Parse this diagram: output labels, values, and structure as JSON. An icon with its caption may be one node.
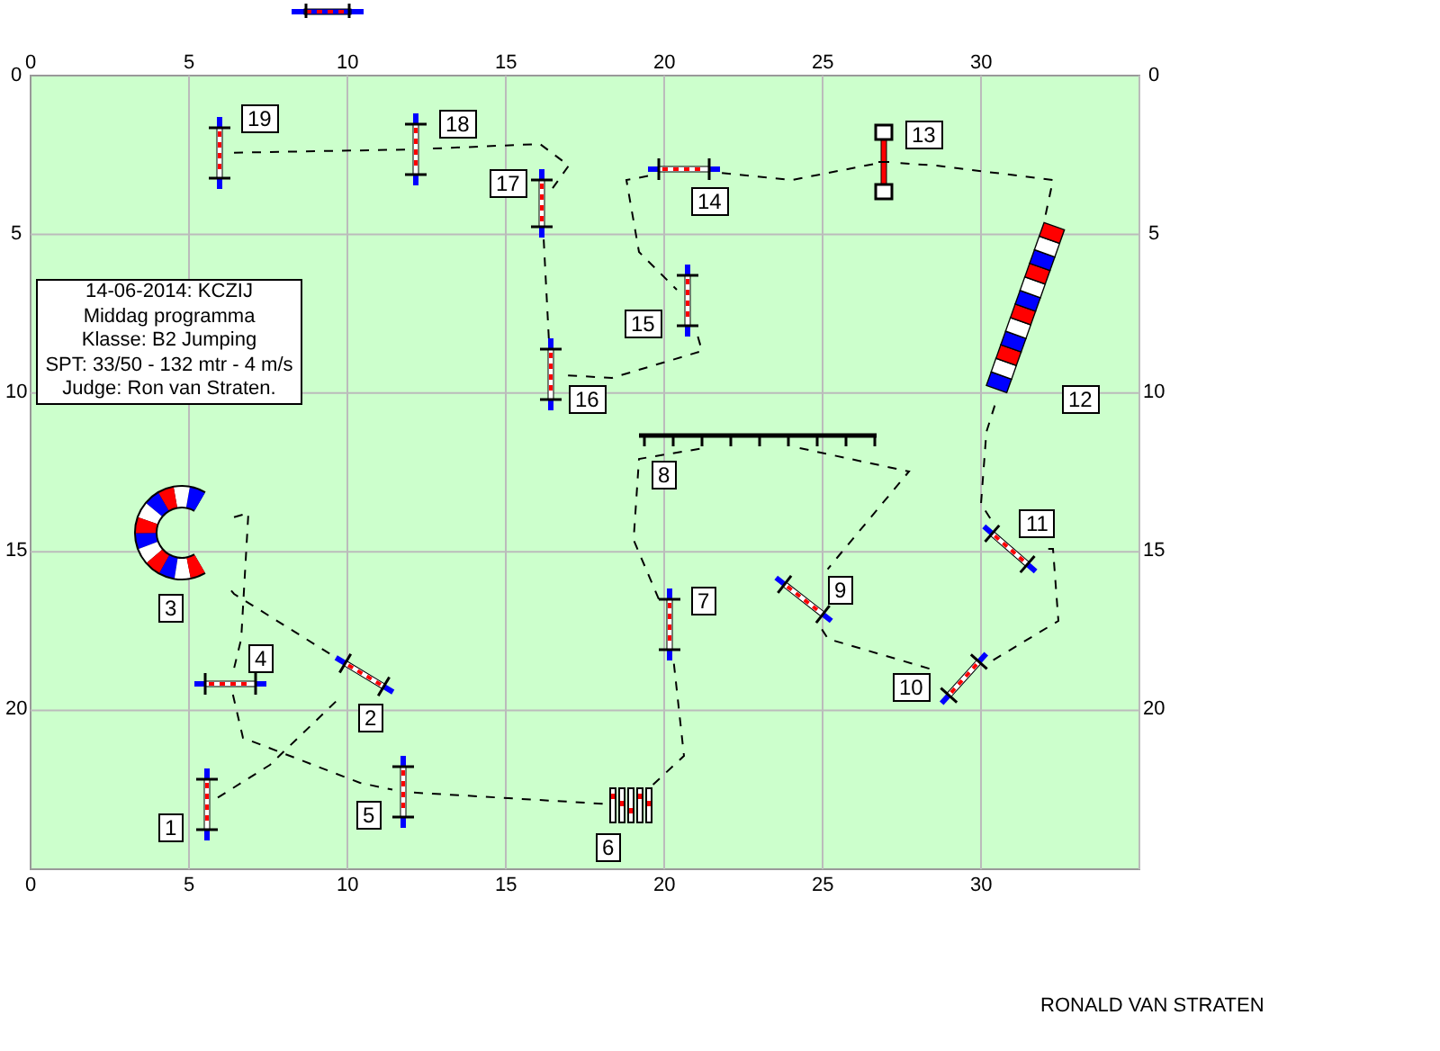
{
  "diagram": {
    "nodes": [
      {
        "text": [],
        "shape": "bar",
        "beside": [
          "1"
        ]
      },
      {
        "text": [],
        "shape": "bar",
        "beside": [
          "2"
        ]
      },
      {
        "text": [],
        "shape": "tunnel",
        "beside": [
          "3"
        ]
      },
      {
        "text": [],
        "shape": "bar",
        "beside": [
          "4"
        ]
      },
      {
        "text": [],
        "shape": "bar",
        "beside": [
          "5"
        ]
      },
      {
        "text": [],
        "shape": "fence",
        "beside": [
          "6"
        ]
      },
      {
        "text": [],
        "shape": "bar",
        "beside": [
          "7"
        ]
      },
      {
        "text": [],
        "shape": "poles",
        "beside": [
          "8"
        ]
      },
      {
        "text": [],
        "shape": "bar",
        "beside": [
          "9"
        ]
      },
      {
        "text": [],
        "shape": "bar",
        "beside": [
          "10"
        ]
      },
      {
        "text": [],
        "shape": "bar",
        "beside": [
          "11"
        ]
      },
      {
        "text": [],
        "shape": "tunnel",
        "beside": [
          "12"
        ]
      },
      {
        "text": [],
        "shape": "pole",
        "beside": [
          "13"
        ]
      },
      {
        "text": [],
        "shape": "bar",
        "beside": [
          "14"
        ]
      },
      {
        "text": [],
        "shape": "bar",
        "beside": [
          "15"
        ]
      },
      {
        "text": [],
        "shape": "bar",
        "beside": [
          "16"
        ]
      },
      {
        "text": [],
        "shape": "bar",
        "beside": [
          "17"
        ]
      },
      {
        "text": [],
        "shape": "bar",
        "beside": [
          "18"
        ]
      },
      {
        "text": [],
        "shape": "bar",
        "beside": [
          "19"
        ]
      },
      {
        "text": [
          "14-06-2014: KCZIJ",
          "Middag programma",
          "Klasse: B2 Jumping",
          "SPT: 33/50 - 132 mtr - 4 m/s",
          "Judge: Ron van Straten."
        ]
      }
    ],
    "edges": [
      {
        "from": 0,
        "to": 1,
        "arrow": "none",
        "style": "dashed"
      },
      {
        "from": 1,
        "to": 2,
        "arrow": "none",
        "style": "dashed"
      },
      {
        "from": 2,
        "to": 3,
        "arrow": "none",
        "style": "dashed"
      },
      {
        "from": 3,
        "to": 4,
        "arrow": "none",
        "style": "dashed"
      },
      {
        "from": 4,
        "to": 5,
        "arrow": "none",
        "style": "dashed"
      },
      {
        "from": 5,
        "to": 6,
        "arrow": "none",
        "style": "dashed"
      },
      {
        "from": 6,
        "to": 7,
        "arrow": "none",
        "style": "dashed"
      },
      {
        "from": 7,
        "to": 8,
        "arrow": "none",
        "style": "dashed"
      },
      {
        "from": 8,
        "to": 9,
        "arrow": "none",
        "style": "dashed"
      },
      {
        "from": 9,
        "to": 10,
        "arrow": "none",
        "style": "dashed"
      },
      {
        "from": 10,
        "to": 11,
        "arrow": "none",
        "style": "dashed"
      },
      {
        "from": 11,
        "to": 12,
        "arrow": "none",
        "style": "dashed"
      },
      {
        "from": 12,
        "to": 13,
        "arrow": "none",
        "style": "dashed"
      },
      {
        "from": 13,
        "to": 14,
        "arrow": "none",
        "style": "dashed"
      },
      {
        "from": 14,
        "to": 15,
        "arrow": "none",
        "style": "dashed"
      },
      {
        "from": 15,
        "to": 16,
        "arrow": "none",
        "style": "dashed"
      },
      {
        "from": 16,
        "to": 17,
        "arrow": "none",
        "style": "dashed"
      },
      {
        "from": 17,
        "to": 18,
        "arrow": "none",
        "style": "dashed"
      }
    ],
    "labels": [
      "0",
      "5",
      "10",
      "15",
      "20",
      "25",
      "30",
      "0",
      "0",
      "5",
      "5",
      "10",
      "10",
      "15",
      "15",
      "20",
      "20",
      "0",
      "5",
      "10",
      "15",
      "20",
      "25",
      "30",
      "RONALD VAN STRATEN"
    ]
  }
}
